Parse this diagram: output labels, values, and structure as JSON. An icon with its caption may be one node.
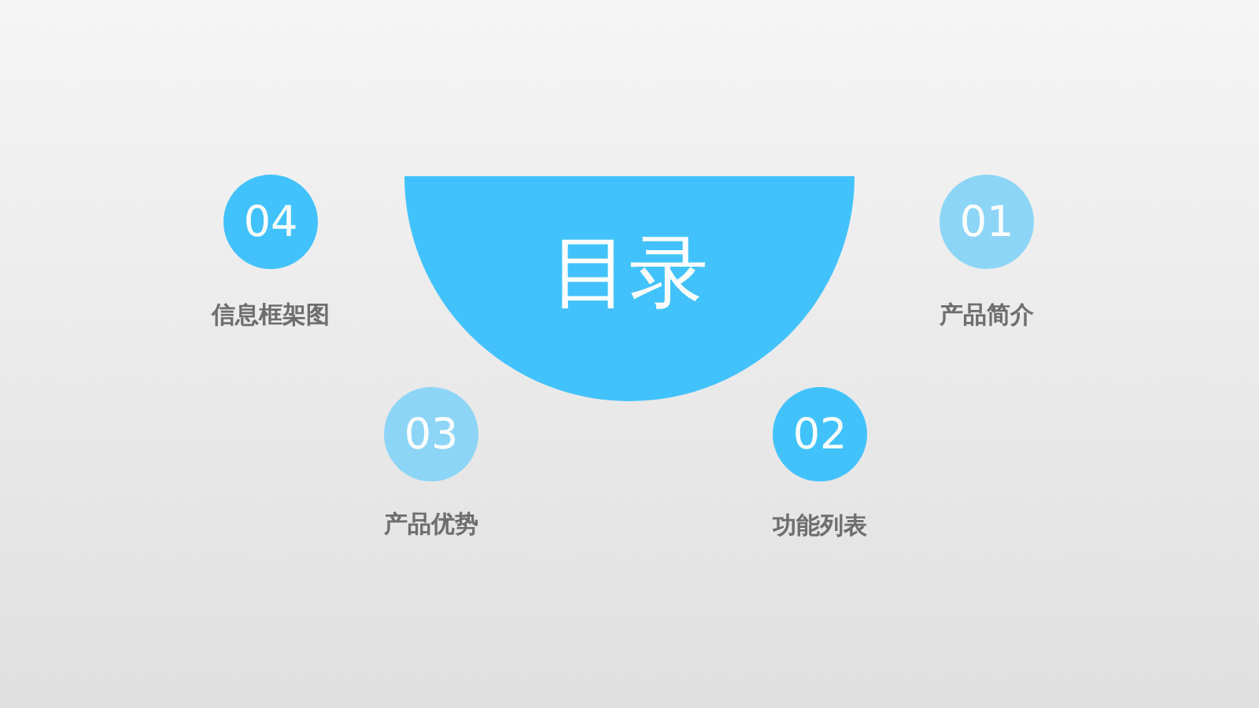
{
  "diagram": {
    "nodes": [
      {
        "text": [
          "目录"
        ]
      },
      {
        "text": [
          "04"
        ],
        "beside": [
          "信息框架图"
        ]
      },
      {
        "text": [
          "01"
        ],
        "beside": [
          "产品简介"
        ]
      },
      {
        "text": [
          "03"
        ],
        "beside": [
          "产品优势"
        ]
      },
      {
        "text": [
          "02"
        ],
        "beside": [
          "功能列表"
        ]
      }
    ],
    "edges": []
  }
}
